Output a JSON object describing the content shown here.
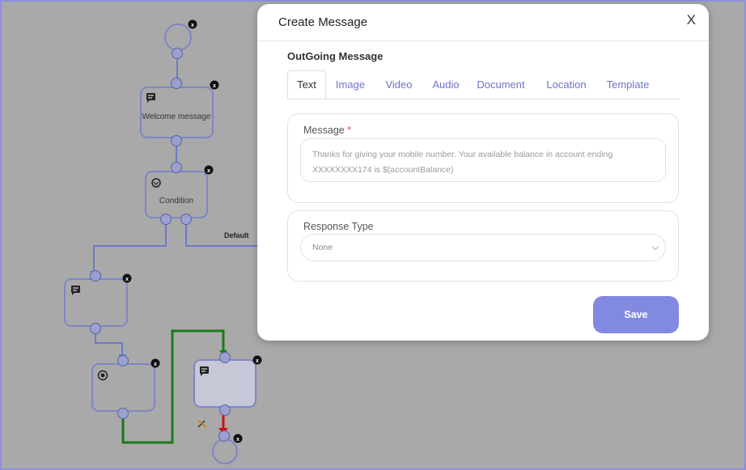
{
  "flow": {
    "nodes": {
      "welcome_label": "Welcome message",
      "condition_label": "Condition"
    },
    "default_label": "Default",
    "close_glyph": "x",
    "colors": {
      "edge_blue": "#6d79c8",
      "edge_green": "#1a7a1a",
      "edge_red": "#cc1111",
      "node_border": "#7e86c6"
    }
  },
  "modal": {
    "title": "Create Message",
    "close": "X",
    "section_title": "OutGoing Message",
    "tabs": [
      {
        "label": "Text",
        "active": true
      },
      {
        "label": "Image"
      },
      {
        "label": "Video"
      },
      {
        "label": "Audio"
      },
      {
        "label": "Document"
      },
      {
        "label": "Location"
      },
      {
        "label": "Template"
      }
    ],
    "message": {
      "label": "Message",
      "required_marker": "*",
      "placeholder": "Thanks for giving your mobile number. Your available balance in account ending XXXXXXXX174 is $(accountBalance)"
    },
    "response_type": {
      "label": "Response Type",
      "selected": "None"
    },
    "save_label": "Save",
    "accent": "#8289e0"
  }
}
